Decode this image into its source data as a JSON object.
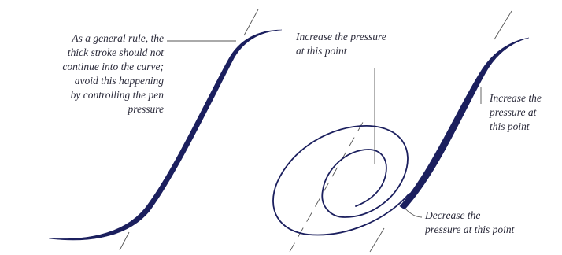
{
  "annotations": {
    "left_rule": "As a general rule, the\nthick stroke should not\ncontinue into the curve;\navoid this happening\nby controlling the pen\npressure",
    "increase_top": "Increase the pressure\nat this point",
    "increase_right": "Increase the\npressure at\nthis point",
    "decrease": "Decrease the\npressure at this point"
  },
  "colors": {
    "ink": "#1b1f5e",
    "guide": "#555555",
    "text": "#2a2a3a"
  }
}
